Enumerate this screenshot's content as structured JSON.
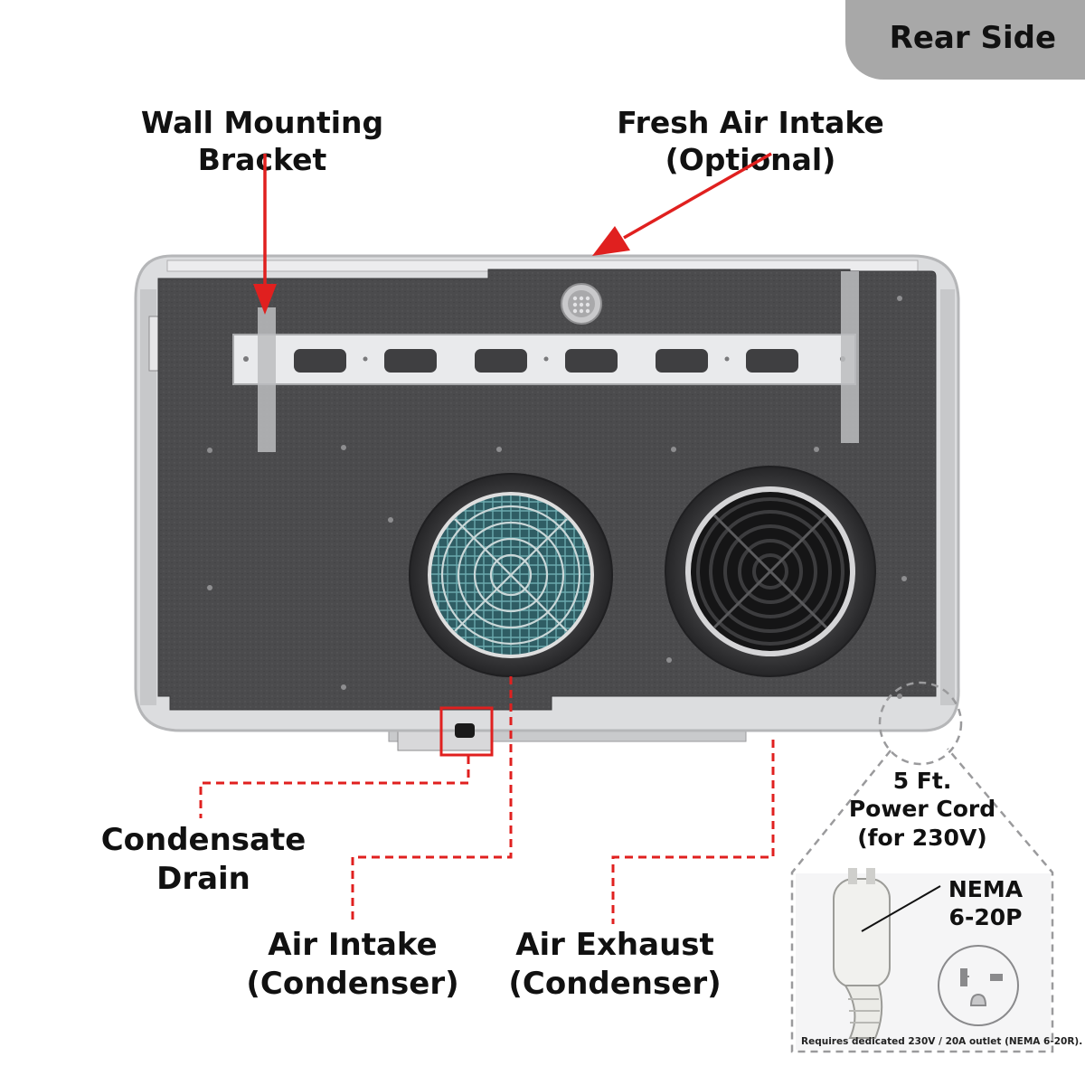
{
  "tag": {
    "text": "Rear Side"
  },
  "labels": {
    "wall_bracket": "Wall Mounting Bracket",
    "fresh_air": "Fresh Air Intake (Optional)",
    "drain_line1": "Condensate",
    "drain_line2": "Drain",
    "intake_line1": "Air Intake",
    "intake_line2": "(Condenser)",
    "exhaust_line1": "Air Exhaust",
    "exhaust_line2": "(Condenser)"
  },
  "power_cord": {
    "line1": "5 Ft.",
    "line2": "Power Cord",
    "line3": "(for 230V)",
    "plug_line1": "NEMA",
    "plug_line2": "6-20P",
    "note": "Requires dedicated 230V / 20A outlet (NEMA 6-20R)."
  },
  "colors": {
    "arrow_red": "#e0201f",
    "panel_gray": "#4a4a4c",
    "frame": "#d9dadc",
    "tag_bg": "#a8a8a8"
  }
}
